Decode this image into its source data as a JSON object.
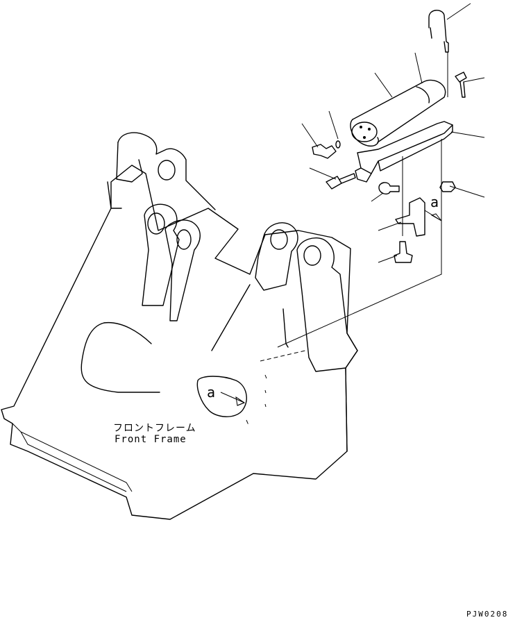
{
  "labels": {
    "frame_jp": "フロントフレーム",
    "frame_en": "Front Frame",
    "view_marker_top": "a",
    "view_marker_frame": "a",
    "drawing_code": "PJW0208"
  },
  "icons": {
    "arrow": "arrow-icon"
  }
}
